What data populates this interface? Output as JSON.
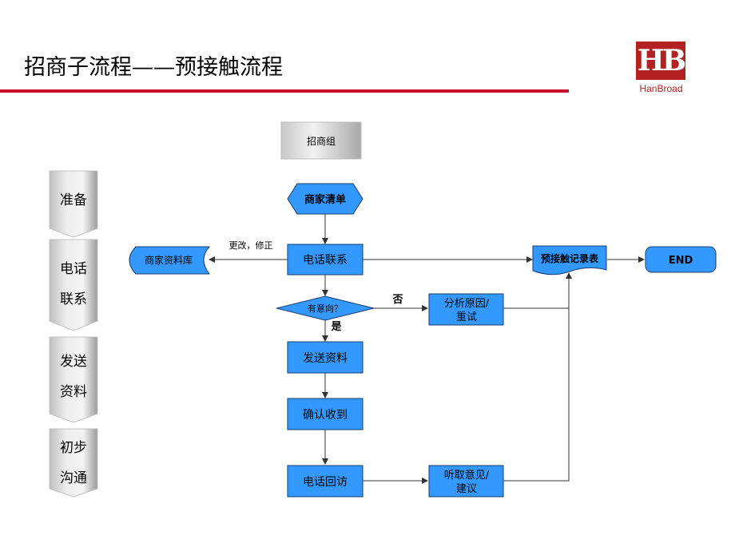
{
  "header": {
    "title": "招商子流程——预接触流程",
    "logo_mark": "HB",
    "logo_text": "HanBroad"
  },
  "phases": [
    {
      "lines": [
        "准备"
      ]
    },
    {
      "lines": [
        "电话",
        "联系"
      ]
    },
    {
      "lines": [
        "发送",
        "资料"
      ]
    },
    {
      "lines": [
        "初步",
        "沟通"
      ]
    }
  ],
  "diagram": {
    "lane_header": "招商组",
    "start": "商家清单",
    "database": "商家资料库",
    "edit_label": "更改，修正",
    "call": "电话联系",
    "decision": "有意向？",
    "no_label": "否",
    "yes_label": "是",
    "analyze": [
      "分析原因/",
      "重试"
    ],
    "send": "发送资料",
    "confirm": "确认收到",
    "callback": "电话回访",
    "listen": [
      "听取意见/",
      "建议"
    ],
    "record": "预接触记录表",
    "end": "END"
  },
  "colors": {
    "accent_red": "#c8102e",
    "box_blue": "#3399ff",
    "box_border": "#1a3d6e",
    "phase_gray": "#d9d9d9"
  }
}
